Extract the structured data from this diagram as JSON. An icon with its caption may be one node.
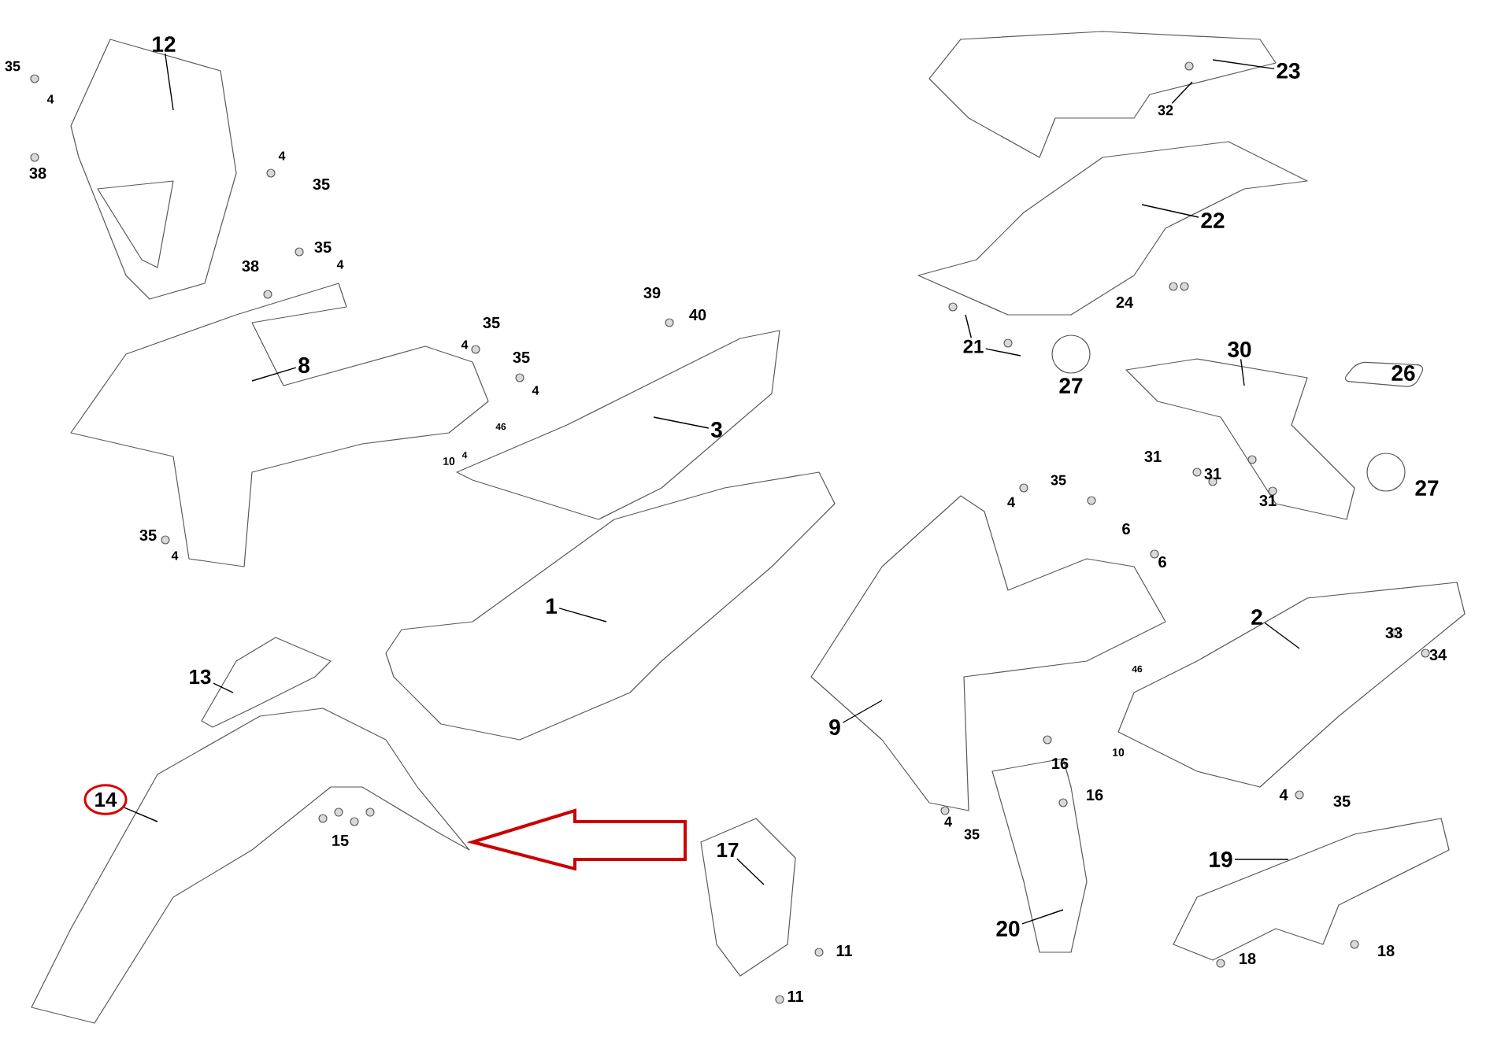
{
  "diagram": {
    "nodes": [
      {
        "text": [
          "12"
        ]
      },
      {
        "text": [
          "8"
        ]
      },
      {
        "text": [
          "3"
        ]
      },
      {
        "text": [
          "1"
        ]
      },
      {
        "text": [
          "13"
        ]
      },
      {
        "text": [
          "14"
        ]
      },
      {
        "text": [
          "9"
        ]
      },
      {
        "text": [
          "2"
        ]
      },
      {
        "text": [
          "17"
        ]
      },
      {
        "text": [
          "19"
        ]
      },
      {
        "text": [
          "20"
        ]
      },
      {
        "text": [
          "23"
        ]
      },
      {
        "text": [
          "22"
        ]
      },
      {
        "text": [
          "30"
        ]
      },
      {
        "text": [
          "21"
        ]
      },
      {
        "text": [
          "32"
        ]
      }
    ],
    "edges": [
      {
        "from": 0,
        "to": null,
        "arrow": "none"
      },
      {
        "from": 1,
        "to": null,
        "arrow": "none"
      },
      {
        "from": 2,
        "to": null,
        "arrow": "none"
      },
      {
        "from": 3,
        "to": null,
        "arrow": "none"
      },
      {
        "from": 4,
        "to": null,
        "arrow": "none"
      },
      {
        "from": 5,
        "to": null,
        "arrow": "none"
      },
      {
        "from": 6,
        "to": null,
        "arrow": "none"
      },
      {
        "from": 7,
        "to": null,
        "arrow": "none"
      },
      {
        "from": 8,
        "to": null,
        "arrow": "none"
      },
      {
        "from": 9,
        "to": null,
        "arrow": "none"
      },
      {
        "from": 10,
        "to": null,
        "arrow": "none"
      },
      {
        "from": 11,
        "to": null,
        "arrow": "none"
      },
      {
        "from": 12,
        "to": null,
        "arrow": "none"
      },
      {
        "from": 13,
        "to": null,
        "arrow": "none"
      },
      {
        "from": 14,
        "to": null,
        "arrow": "none"
      },
      {
        "from": 14,
        "to": null,
        "arrow": "none"
      },
      {
        "from": 15,
        "to": null,
        "arrow": "none"
      }
    ],
    "labels": [
      "35",
      "4",
      "38",
      "4",
      "35",
      "38",
      "35",
      "4",
      "39",
      "40",
      "35",
      "4",
      "35",
      "4",
      "46",
      "10",
      "4",
      "35",
      "4",
      "15",
      "24",
      "27",
      "26",
      "31",
      "31",
      "31",
      "27",
      "35",
      "4",
      "6",
      "6",
      "33",
      "34",
      "46",
      "10",
      "16",
      "4",
      "35",
      "16",
      "4",
      "35",
      "11",
      "11",
      "18",
      "18"
    ]
  }
}
